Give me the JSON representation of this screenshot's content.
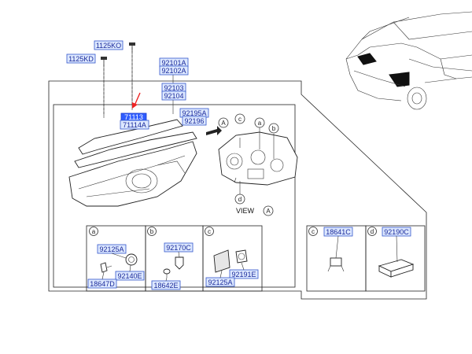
{
  "labels": {
    "l1125ko": "1125KO",
    "l1125kd": "1125KD",
    "l92101a": "92101A",
    "l92102a": "92102A",
    "l92103": "92103",
    "l92104": "92104",
    "l71113": "71113",
    "l71114a": "71114A",
    "l92195a": "92195A",
    "l92196": "92196",
    "l92125a_a": "92125A",
    "l92140e": "92140E",
    "l18647d": "18647D",
    "l92170c": "92170C",
    "l18642e": "18642E",
    "l92191e": "92191E",
    "l92125a_c": "92125A",
    "l18641c": "18641C",
    "l92190c": "92190C"
  },
  "callouts": {
    "a": "a",
    "b": "b",
    "c": "c",
    "d": "d",
    "A": "A"
  },
  "view_label": "VIEW",
  "view_letter": "A",
  "colors": {
    "highlight": "#2f5dff",
    "arrow": "#ee2222",
    "label_text": "#1a2a9a"
  }
}
